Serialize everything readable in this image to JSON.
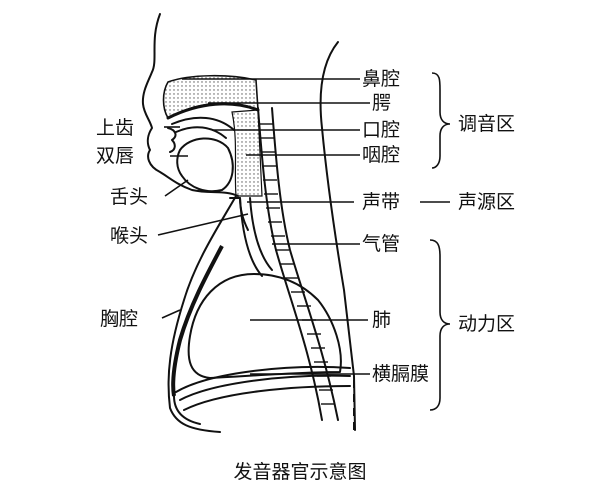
{
  "labels": {
    "nasal_cavity": "鼻腔",
    "palate": "腭",
    "oral_cavity": "口腔",
    "pharynx": "咽腔",
    "upper_teeth": "上齿",
    "lips": "双唇",
    "tongue": "舌头",
    "larynx": "喉头",
    "vocal_cords": "声带",
    "trachea": "气管",
    "chest_cavity": "胸腔",
    "lungs": "肺",
    "diaphragm": "横膈膜"
  },
  "regions": {
    "articulation": "调音区",
    "source": "声源区",
    "power": "动力区"
  },
  "caption": "发音器官示意图"
}
